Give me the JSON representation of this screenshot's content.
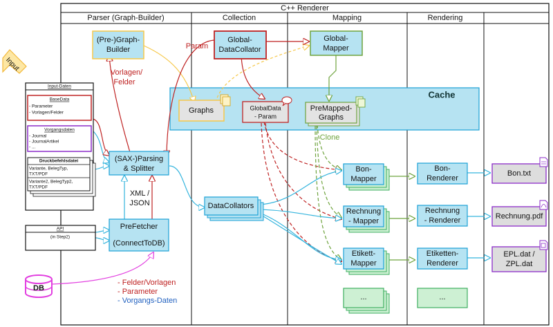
{
  "title": "C++ Renderer",
  "columns": {
    "parser": "Parser (Graph-Builder)",
    "collection": "Collection",
    "mapping": "Mapping",
    "rendering": "Rendering"
  },
  "cache": {
    "label": "Cache"
  },
  "nodes": {
    "pre_graph_builder": [
      "(Pre-)Graph-",
      "Builder"
    ],
    "global_data_collator": [
      "Global-",
      "DataCollator"
    ],
    "global_mapper": [
      "Global-",
      "Mapper"
    ],
    "graphs": "Graphs",
    "global_data_param": [
      "GlobalData",
      "- Param"
    ],
    "premapped_graphs": [
      "PreMapped-",
      "Graphs"
    ],
    "sax_parsing": [
      "(SAX-)Parsing",
      "& Splitter"
    ],
    "data_collators": "DataCollators",
    "prefetcher": [
      "PreFetcher",
      "",
      "(ConnectToDB)"
    ],
    "bon_mapper": [
      "Bon-",
      "Mapper"
    ],
    "rechnung_mapper": [
      "Rechnung",
      "- Mapper"
    ],
    "etikett_mapper": [
      "Etikett-",
      "Mapper"
    ],
    "mapper_more": "...",
    "bon_renderer": [
      "Bon-",
      "Renderer"
    ],
    "rechnung_renderer": [
      "Rechnung",
      "- Renderer"
    ],
    "etiketten_renderer": [
      "Etiketten-",
      "Renderer"
    ],
    "renderer_more": "..."
  },
  "outputs": {
    "bon": "Bon.txt",
    "rechnung": "Rechnung.pdf",
    "epl": [
      "EPL.dat /",
      "ZPL.dat"
    ]
  },
  "edge_labels": {
    "param": "Param",
    "vorlagen_felder": [
      "Vorlagen/",
      "Felder"
    ],
    "xml_json": [
      "XML /",
      "JSON"
    ],
    "clone": "Clone"
  },
  "input_arrow": "Input",
  "input_panel": {
    "title": "Input-Daten",
    "basedata": {
      "title": "BaseData",
      "items": [
        "- Parameter",
        "- Vorlagen/Felder"
      ]
    },
    "vorgangsdaten": {
      "title": "Vorgangsdaten",
      "items": [
        "- Journal",
        "- JournalArtikel",
        "- ..."
      ]
    },
    "druckbefehlsdatei": {
      "title": "Druckbefehlsdatei",
      "items": [
        "Variante, BelegTyp,",
        "TXT/PDF",
        "Variante2, BelegTyp2,",
        "TXT/PDF"
      ]
    }
  },
  "api_panel": {
    "title": "API",
    "subtitle": "(in Step2)"
  },
  "db": {
    "label": "DB"
  },
  "db_notes": [
    "- Felder/Vorlagen",
    "- Parameter",
    "- Vorgangs-Daten"
  ],
  "colors": {
    "node_fill": "#b6e3f2",
    "node_stroke": "#1ba1d6",
    "mapper_fill": "#cdf0d3",
    "mapper_stroke": "#3cae5f",
    "yellow": "#f6c84a",
    "red": "#bf2222",
    "green": "#6ea33d",
    "blue_line": "#33b4dd",
    "magenta": "#e23fe0",
    "purple": "#8b2bc9",
    "note_blue": "#1f5fbf"
  }
}
